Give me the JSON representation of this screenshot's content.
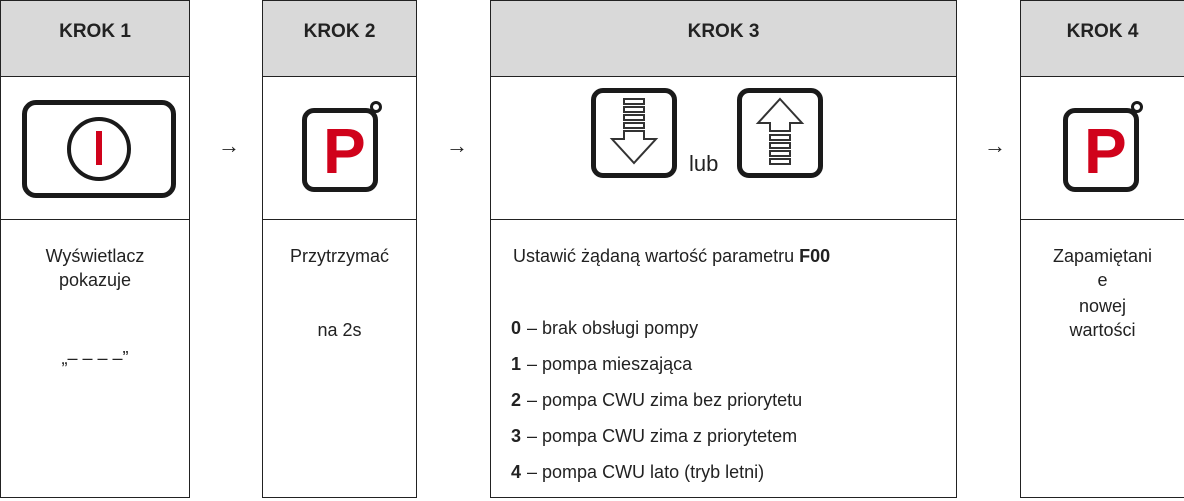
{
  "steps": [
    {
      "title": "KROK 1",
      "lines": [
        "Wyświetlacz",
        "pokazuje",
        "„– – – –”"
      ]
    },
    {
      "title": "KROK 2",
      "lines": [
        "Przytrzymać",
        "na 2s"
      ]
    },
    {
      "title": "KROK 3",
      "intro": "Ustawić żądaną wartość parametru ",
      "param": "F00",
      "or_label": "lub",
      "options": [
        {
          "value": "0",
          "text": "– brak obsługi pompy"
        },
        {
          "value": "1",
          "text": "– pompa mieszająca"
        },
        {
          "value": "2",
          "text": "– pompa CWU zima bez priorytetu"
        },
        {
          "value": "3",
          "text": "– pompa CWU zima z priorytetem"
        },
        {
          "value": "4",
          "text": "– pompa CWU lato (tryb letni)"
        }
      ]
    },
    {
      "title": "KROK 4",
      "lines": [
        "Zapamiętani",
        "e",
        "nowej",
        "wartości"
      ]
    }
  ],
  "arrow": "→",
  "p_label": "P",
  "icons": {
    "power": "power-button-icon",
    "p": "p-button-icon",
    "down": "arrow-down-button-icon",
    "up": "arrow-up-button-icon"
  },
  "colors": {
    "header_bg": "#d9d9d9",
    "p_red": "#d0021b"
  }
}
